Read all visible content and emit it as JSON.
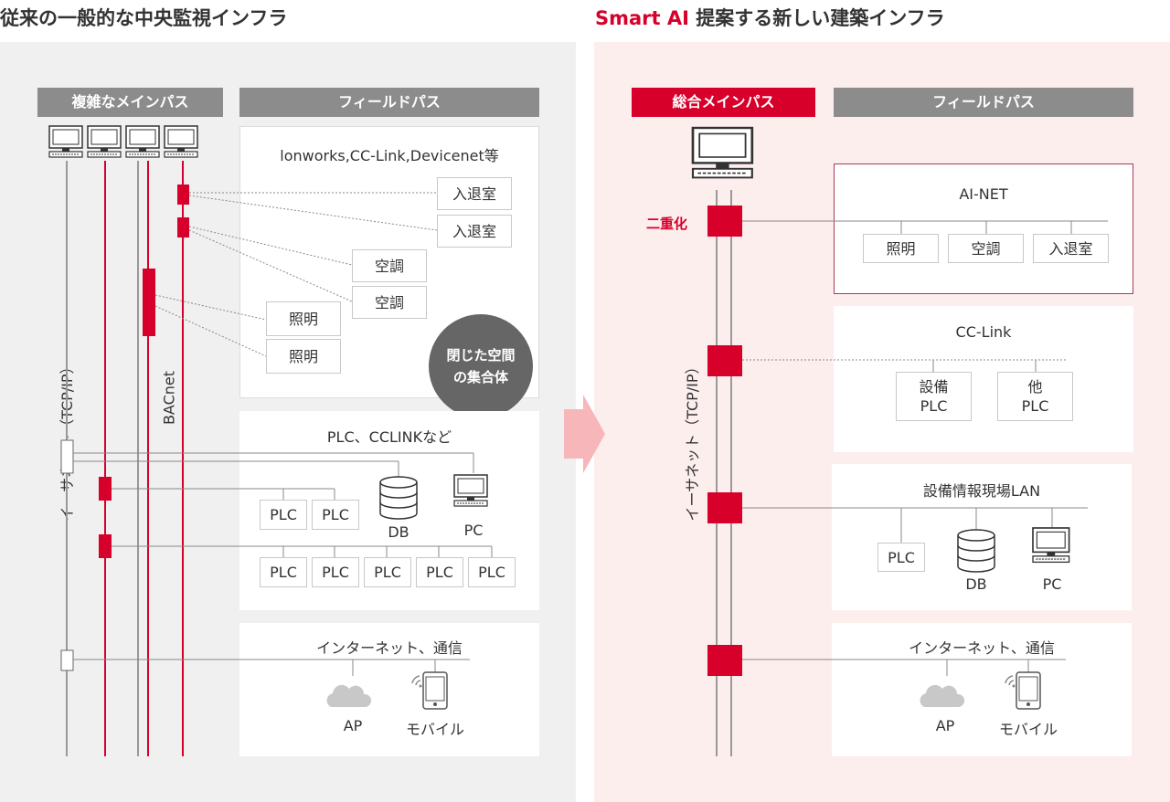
{
  "left": {
    "title": "従来の一般的な中央監視インフラ",
    "main_header": "複雑なメインパス",
    "field_header": "フィールドパス",
    "ethernet_label": "イーサネット（TCP/IP）",
    "bacnet_label": "BACnet",
    "field_panel": {
      "protocols": "lonworks,CC-Link,Devicenet等",
      "entry_rooms": [
        "入退室",
        "入退室"
      ],
      "aircon": [
        "空調",
        "空調"
      ],
      "lighting": [
        "照明",
        "照明"
      ],
      "closed_space": [
        "閉じた空間",
        "の集合体"
      ]
    },
    "plc_panel": {
      "title": "PLC、CCLINKなど",
      "row1": [
        "PLC",
        "PLC"
      ],
      "db": "DB",
      "pc": "PC",
      "row2": [
        "PLC",
        "PLC",
        "PLC",
        "PLC",
        "PLC"
      ]
    },
    "net_panel": {
      "title": "インターネット、通信",
      "ap": "AP",
      "mobile": "モバイル"
    }
  },
  "right": {
    "title_accent": "Smart AI",
    "title_rest": " 提案する新しい建築インフラ",
    "main_header": "総合メインパス",
    "field_header": "フィールドパス",
    "redundancy": "二重化",
    "ethernet_label": "イーサネット（TCP/IP）",
    "ainet": {
      "title": "AI-NET",
      "devices": [
        "照明",
        "空調",
        "入退室"
      ]
    },
    "cclink": {
      "title": "CC-Link",
      "devices": [
        [
          "設備",
          "PLC"
        ],
        [
          "他",
          "PLC"
        ]
      ]
    },
    "lan": {
      "title": "設備情報現場LAN",
      "plc": "PLC",
      "db": "DB",
      "pc": "PC"
    },
    "net_panel": {
      "title": "インターネット、通信",
      "ap": "AP",
      "mobile": "モバイル"
    }
  },
  "colors": {
    "accent_red": "#d6002a",
    "header_gray": "#8c8c8c",
    "left_bg": "#f0f0f0",
    "right_bg": "#fdeeee",
    "circle_gray": "#666666"
  }
}
